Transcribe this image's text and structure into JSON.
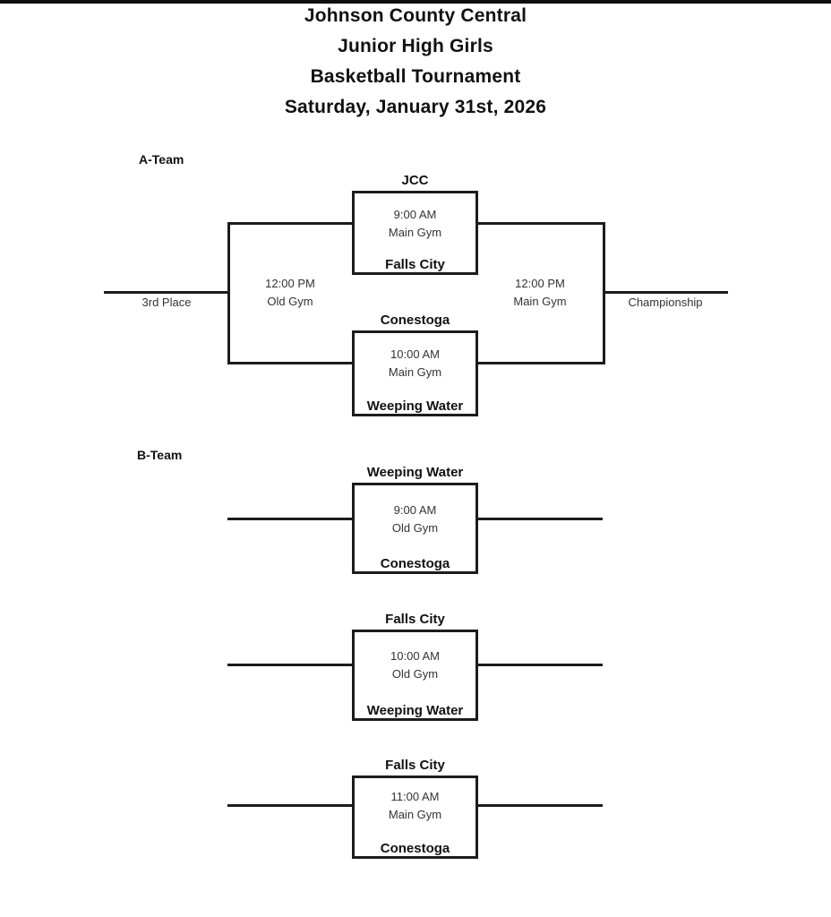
{
  "header": {
    "lines": [
      "Johnson County Central",
      "Junior High Girls",
      "Basketball Tournament",
      "Saturday, January 31st, 2026"
    ]
  },
  "colors": {
    "line": "#1c1c1c",
    "background": "#ffffff",
    "text": "#111111"
  },
  "a_team": {
    "label": "A-Team",
    "semifinal_1": {
      "top_team": "JCC",
      "time": "9:00 AM",
      "venue": "Main Gym",
      "bottom_team": "Falls City"
    },
    "semifinal_2": {
      "top_team": "Conestoga",
      "time": "10:00 AM",
      "venue": "Main Gym",
      "bottom_team": "Weeping Water"
    },
    "consolation": {
      "time": "12:00 PM",
      "venue": "Old Gym",
      "label": "3rd Place"
    },
    "final": {
      "time": "12:00 PM",
      "venue": "Main Gym",
      "label": "Championship"
    }
  },
  "b_team": {
    "label": "B-Team",
    "game_1": {
      "top_team": "Weeping Water",
      "time": "9:00 AM",
      "venue": "Old Gym",
      "bottom_team": "Conestoga"
    },
    "game_2": {
      "top_team": "Falls City",
      "time": "10:00 AM",
      "venue": "Old Gym",
      "bottom_team": "Weeping Water"
    },
    "game_3": {
      "top_team": "Falls City",
      "time": "11:00 AM",
      "venue": "Main Gym",
      "bottom_team": "Conestoga"
    }
  }
}
